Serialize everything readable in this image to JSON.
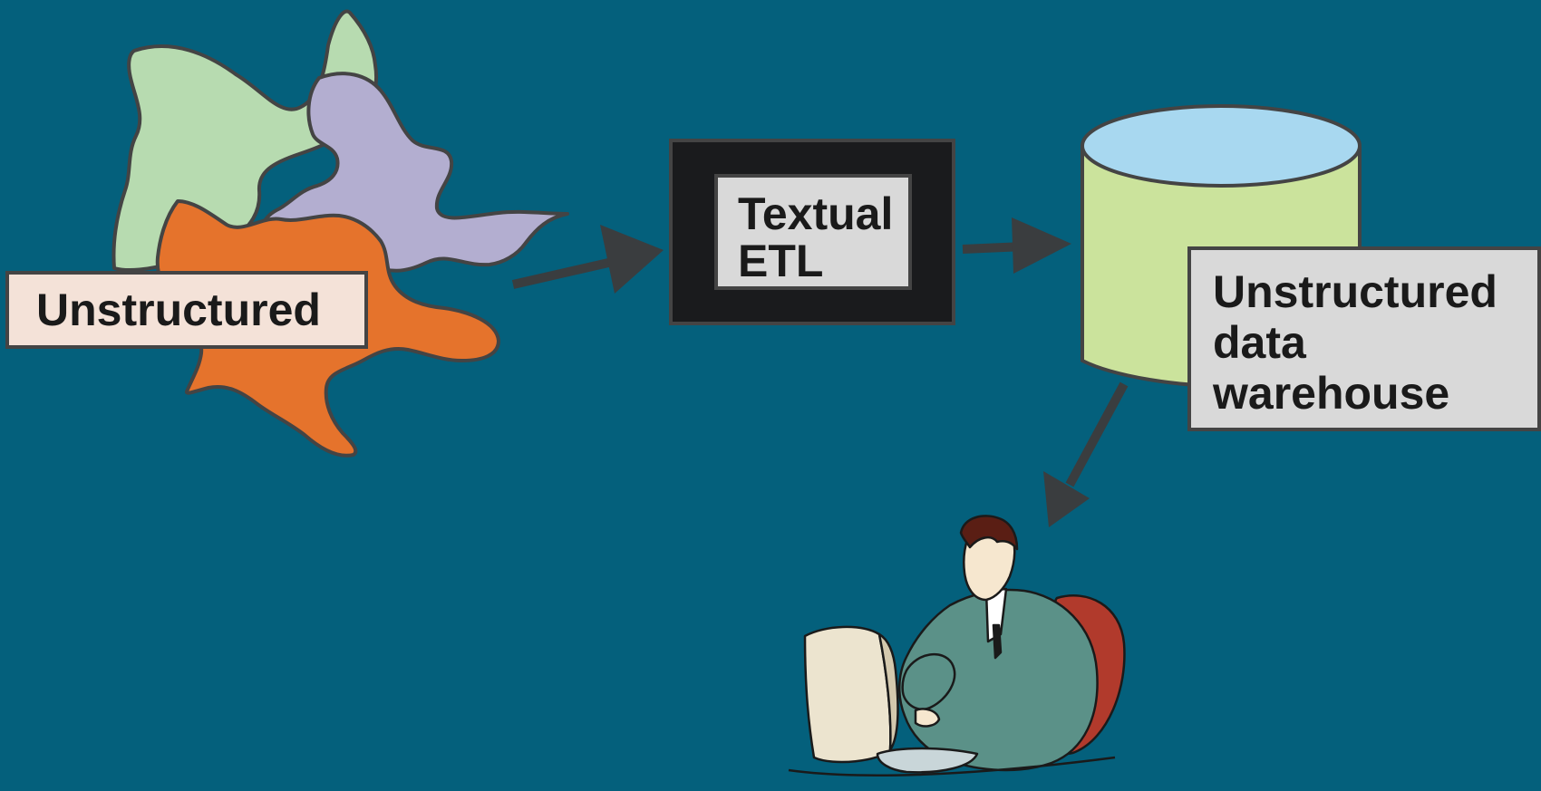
{
  "source": {
    "label": "Unstructured"
  },
  "process": {
    "line1": "Textual",
    "line2": "ETL"
  },
  "target": {
    "line1": "Unstructured",
    "line2": "data",
    "line3": "warehouse"
  },
  "colors": {
    "background": "#04607c",
    "blob_green": "#b7dbb0",
    "blob_purple": "#b3aed0",
    "blob_orange": "#e5732c",
    "cylinder_body": "#cbe39c",
    "cylinder_top": "#a8d8f0",
    "arrow": "#3a3d3f"
  }
}
